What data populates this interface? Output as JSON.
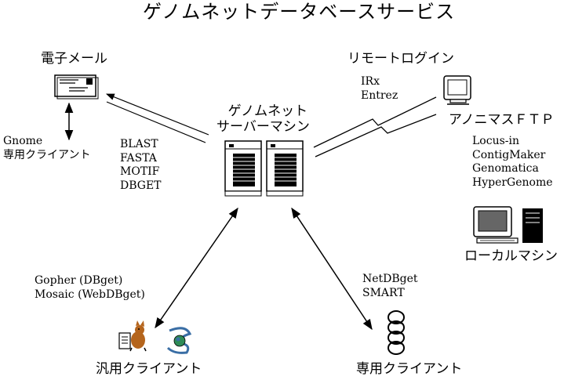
{
  "title": "ゲノムネットデータベースサービス",
  "nodes": {
    "email": {
      "label": "電子メール"
    },
    "gnome_client": {
      "lines": [
        "Gnome",
        "専用クライアント"
      ]
    },
    "server": {
      "lines": [
        "ゲノムネット",
        "サーバーマシン"
      ]
    },
    "remote_login": {
      "label": "リモートログイン"
    },
    "anonymous_ftp": {
      "label": "アノニマスＦＴＰ"
    },
    "local_machine": {
      "label": "ローカルマシン"
    },
    "general_client": {
      "label": "汎用クライアント"
    },
    "dedicated_client": {
      "label": "専用クライアント"
    }
  },
  "lists": {
    "email_tools": [
      "BLAST",
      "FASTA",
      "MOTIF",
      "DBGET"
    ],
    "remote_tools": [
      "IRx",
      "Entrez"
    ],
    "ftp_tools": [
      "Locus-in",
      "ContigMaker",
      "Genomatica",
      "HyperGenome"
    ],
    "general_tools": [
      "Gopher (DBget)",
      "Mosaic (WebDBget)"
    ],
    "dedicated_tools": [
      "NetDBget",
      "SMART"
    ]
  },
  "colors": {
    "ink": "#000000",
    "background": "#ffffff",
    "cat_orange": "#b5651d",
    "globe_blue": "#3a6ea5",
    "globe_green": "#2e8b57"
  },
  "icons": {
    "email": "envelope-icon",
    "server": "server-tower-icon",
    "terminal": "terminal-icon",
    "local": "workstation-icon",
    "gopher": "gopher-icon",
    "mosaic": "mosaic-globe-icon",
    "chain": "chain-link-icon"
  }
}
